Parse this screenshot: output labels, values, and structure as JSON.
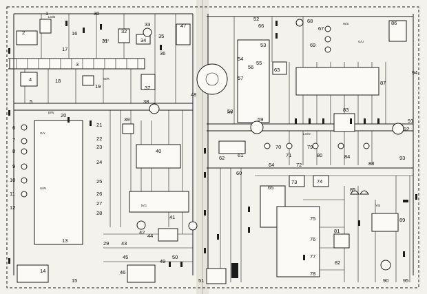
{
  "components_left": [
    "1",
    "2",
    "3",
    "4",
    "5",
    "6",
    "7",
    "8",
    "9",
    "10",
    "11",
    "12",
    "13",
    "14",
    "15",
    "16",
    "17",
    "18",
    "19",
    "20",
    "21",
    "22",
    "23",
    "24",
    "25",
    "26",
    "27",
    "28",
    "29",
    "30",
    "31",
    "32",
    "33",
    "34",
    "35",
    "36",
    "37",
    "38",
    "39",
    "40",
    "41",
    "42",
    "43",
    "44",
    "45",
    "46",
    "47",
    "48",
    "49",
    "50",
    "51"
  ],
  "components_right": [
    "52",
    "53",
    "54",
    "55",
    "56",
    "57",
    "58",
    "59",
    "60",
    "61",
    "62",
    "63",
    "64",
    "65",
    "66",
    "67",
    "68",
    "69",
    "70",
    "71",
    "72",
    "73",
    "74",
    "75",
    "76",
    "77",
    "78",
    "79",
    "80",
    "81",
    "82",
    "83",
    "84",
    "85",
    "86",
    "87",
    "88",
    "89",
    "90",
    "91",
    "92",
    "93",
    "94",
    "95"
  ],
  "wire_codes_sample": [
    "LG/B",
    "N/U",
    "W/R",
    "B/W",
    "G/Y",
    "U/W",
    "N/G",
    "R/B",
    "W/S",
    "G/U",
    "LG/O",
    "Y/B"
  ],
  "colors": {
    "paper": "#f4f2ec",
    "ink": "#1b1b1b",
    "fold": "#c9c6bd"
  }
}
